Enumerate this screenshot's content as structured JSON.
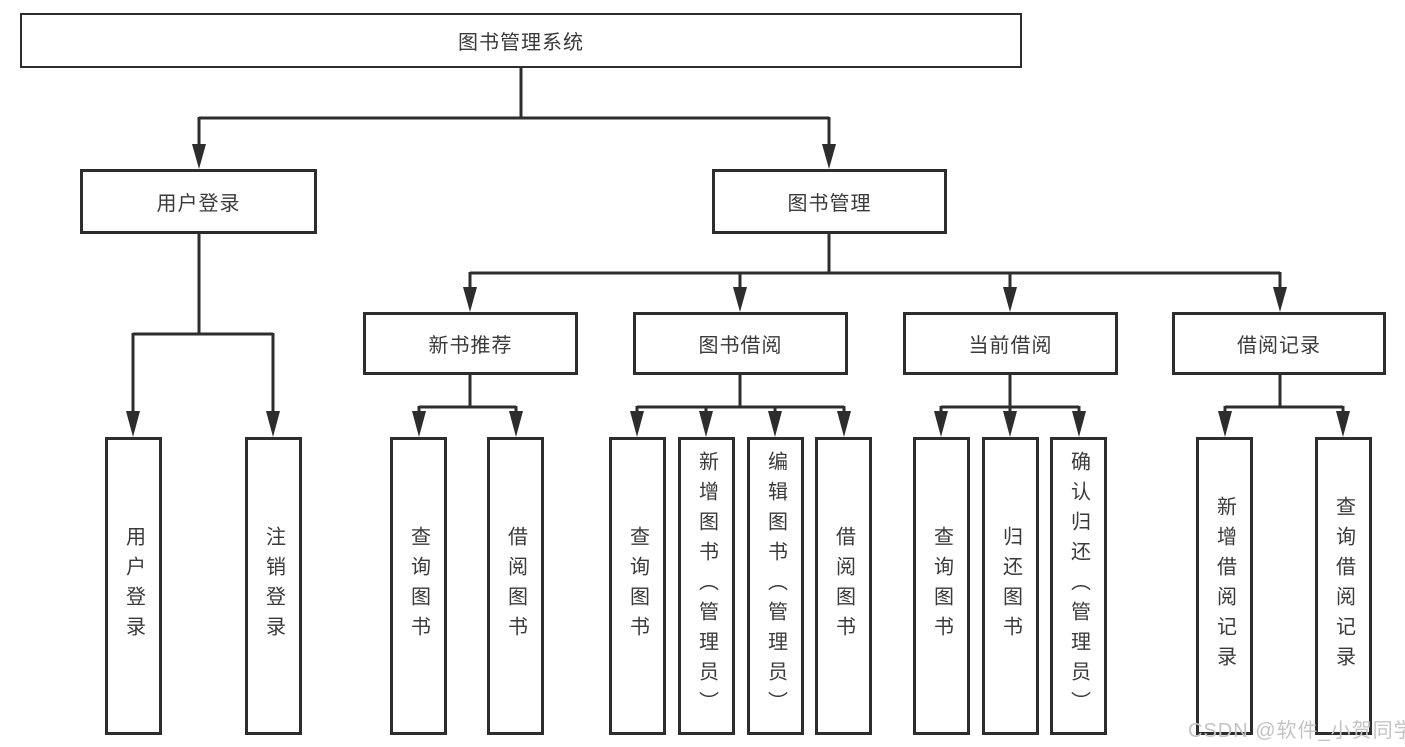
{
  "tree": {
    "root": "图书管理系统",
    "level2": {
      "user_login": "用户登录",
      "book_mgmt": "图书管理"
    },
    "level3": {
      "new_book": "新书推荐",
      "book_borrow": "图书借阅",
      "current_borrow": "当前借阅",
      "borrow_record": "借阅记录"
    },
    "leaves": {
      "user_login": [
        "用户登录",
        "注销登录"
      ],
      "new_book": [
        "查询图书",
        "借阅图书"
      ],
      "book_borrow": [
        "查询图书",
        "新增图书（管理员）",
        "编辑图书（管理员）",
        "借阅图书"
      ],
      "current_borrow": [
        "查询图书",
        "归还图书",
        "确认归还（管理员）"
      ],
      "borrow_record": [
        "新增借阅记录",
        "查询借阅记录"
      ]
    }
  },
  "watermark": {
    "text": "CSDN @软件_小贺同学"
  },
  "colors": {
    "line": "#2d2d2d",
    "text": "#3a3a3a",
    "watermark": "#c4c4c4",
    "background": "#ffffff"
  }
}
